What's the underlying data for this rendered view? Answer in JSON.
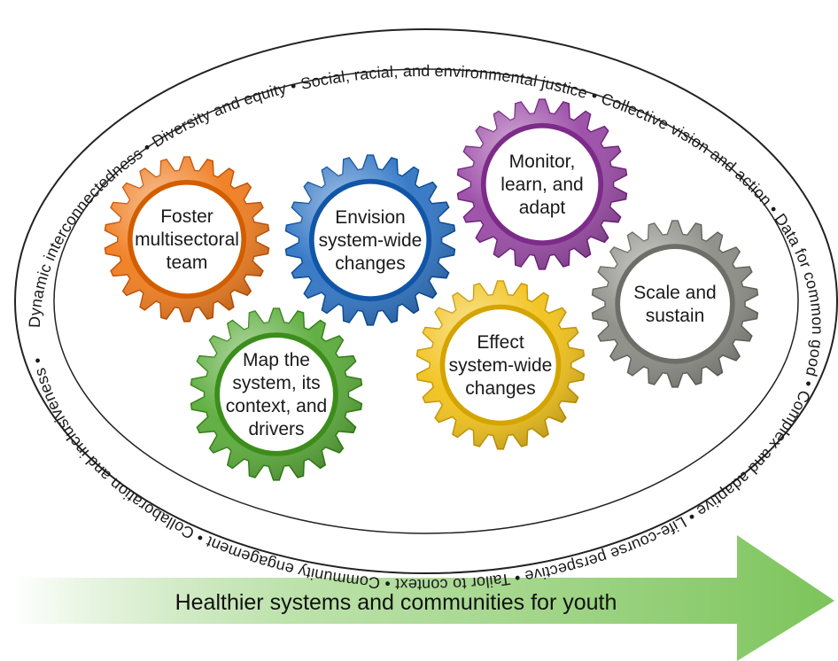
{
  "principles": [
    "Dynamic interconnectedness",
    "Diversity and equity",
    "Social, racial, and environmental justice",
    "Collective vision and action",
    "Data for common good",
    "Complex and adaptive",
    "Life-course perspective",
    "Tailor to context",
    "Community engagement",
    "Collaboration and inclusiveness"
  ],
  "principles_separator": "•",
  "gears": [
    {
      "id": "foster",
      "lines": [
        "Foster",
        "multisectoral",
        "team"
      ],
      "color": "#f07c1e"
    },
    {
      "id": "envision",
      "lines": [
        "Envision",
        "system-wide",
        "changes"
      ],
      "color": "#2f74c4"
    },
    {
      "id": "monitor",
      "lines": [
        "Monitor,",
        "learn, and",
        "adapt"
      ],
      "color": "#9a4aa6"
    },
    {
      "id": "scale",
      "lines": [
        "Scale and",
        "sustain"
      ],
      "color": "#8c8c86"
    },
    {
      "id": "effect",
      "lines": [
        "Effect",
        "system-wide",
        "changes"
      ],
      "color": "#f2c21a"
    },
    {
      "id": "map",
      "lines": [
        "Map the",
        "system, its",
        "context, and",
        "drivers"
      ],
      "color": "#5aab3a"
    }
  ],
  "arrow": {
    "label": "Healthier systems and communities for youth",
    "color": "#7cc45a"
  }
}
